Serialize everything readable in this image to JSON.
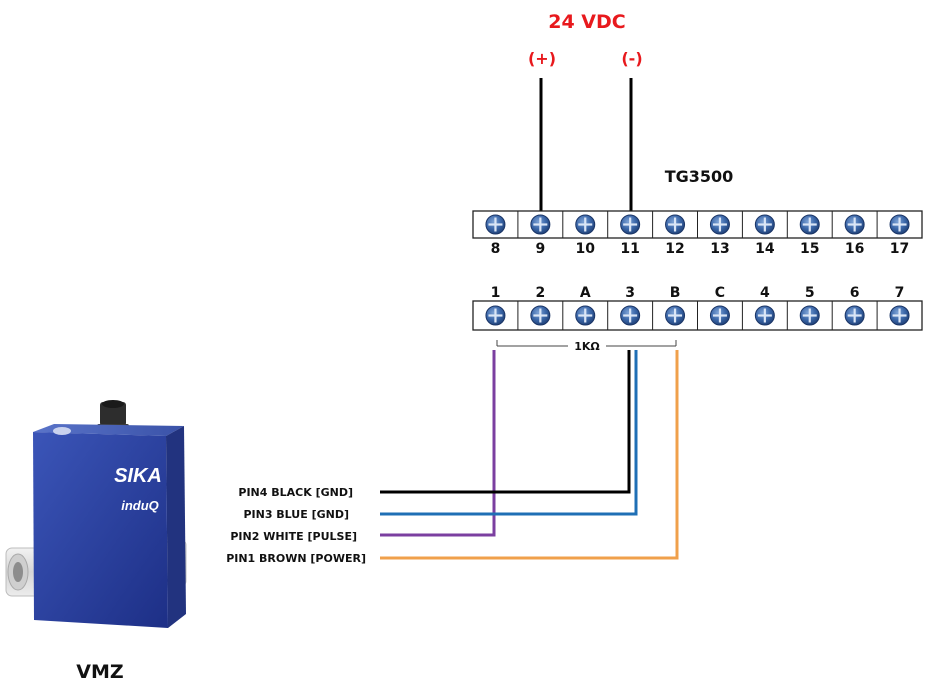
{
  "power": {
    "title": "24 VDC",
    "positive": "(+)",
    "negative": "(-)"
  },
  "controller": {
    "name": "TG3500",
    "top_row": [
      "8",
      "9",
      "10",
      "11",
      "12",
      "13",
      "14",
      "15",
      "16",
      "17"
    ],
    "bottom_row": [
      "1",
      "2",
      "A",
      "3",
      "B",
      "C",
      "4",
      "5",
      "6",
      "7"
    ],
    "resistor": "1KΩ"
  },
  "sensor": {
    "model": "VMZ",
    "brand": "SIKA",
    "subbrand": "induQ",
    "pins": [
      {
        "label": "PIN4 BLACK [GND]",
        "color": "#000000",
        "terminal": "3"
      },
      {
        "label": "PIN3 BLUE [GND]",
        "color": "#1f6fb5",
        "terminal": "3"
      },
      {
        "label": "PIN2 WHITE [PULSE]",
        "color": "#7b3fa0",
        "terminal": "1"
      },
      {
        "label": "PIN1 BROWN [POWER]",
        "color": "#f0a04b",
        "terminal": "B"
      }
    ]
  },
  "colors": {
    "terminal_blue": "#2f5f9e",
    "accent_red": "#e8191d",
    "sensor_body": "#2a3f9e"
  }
}
